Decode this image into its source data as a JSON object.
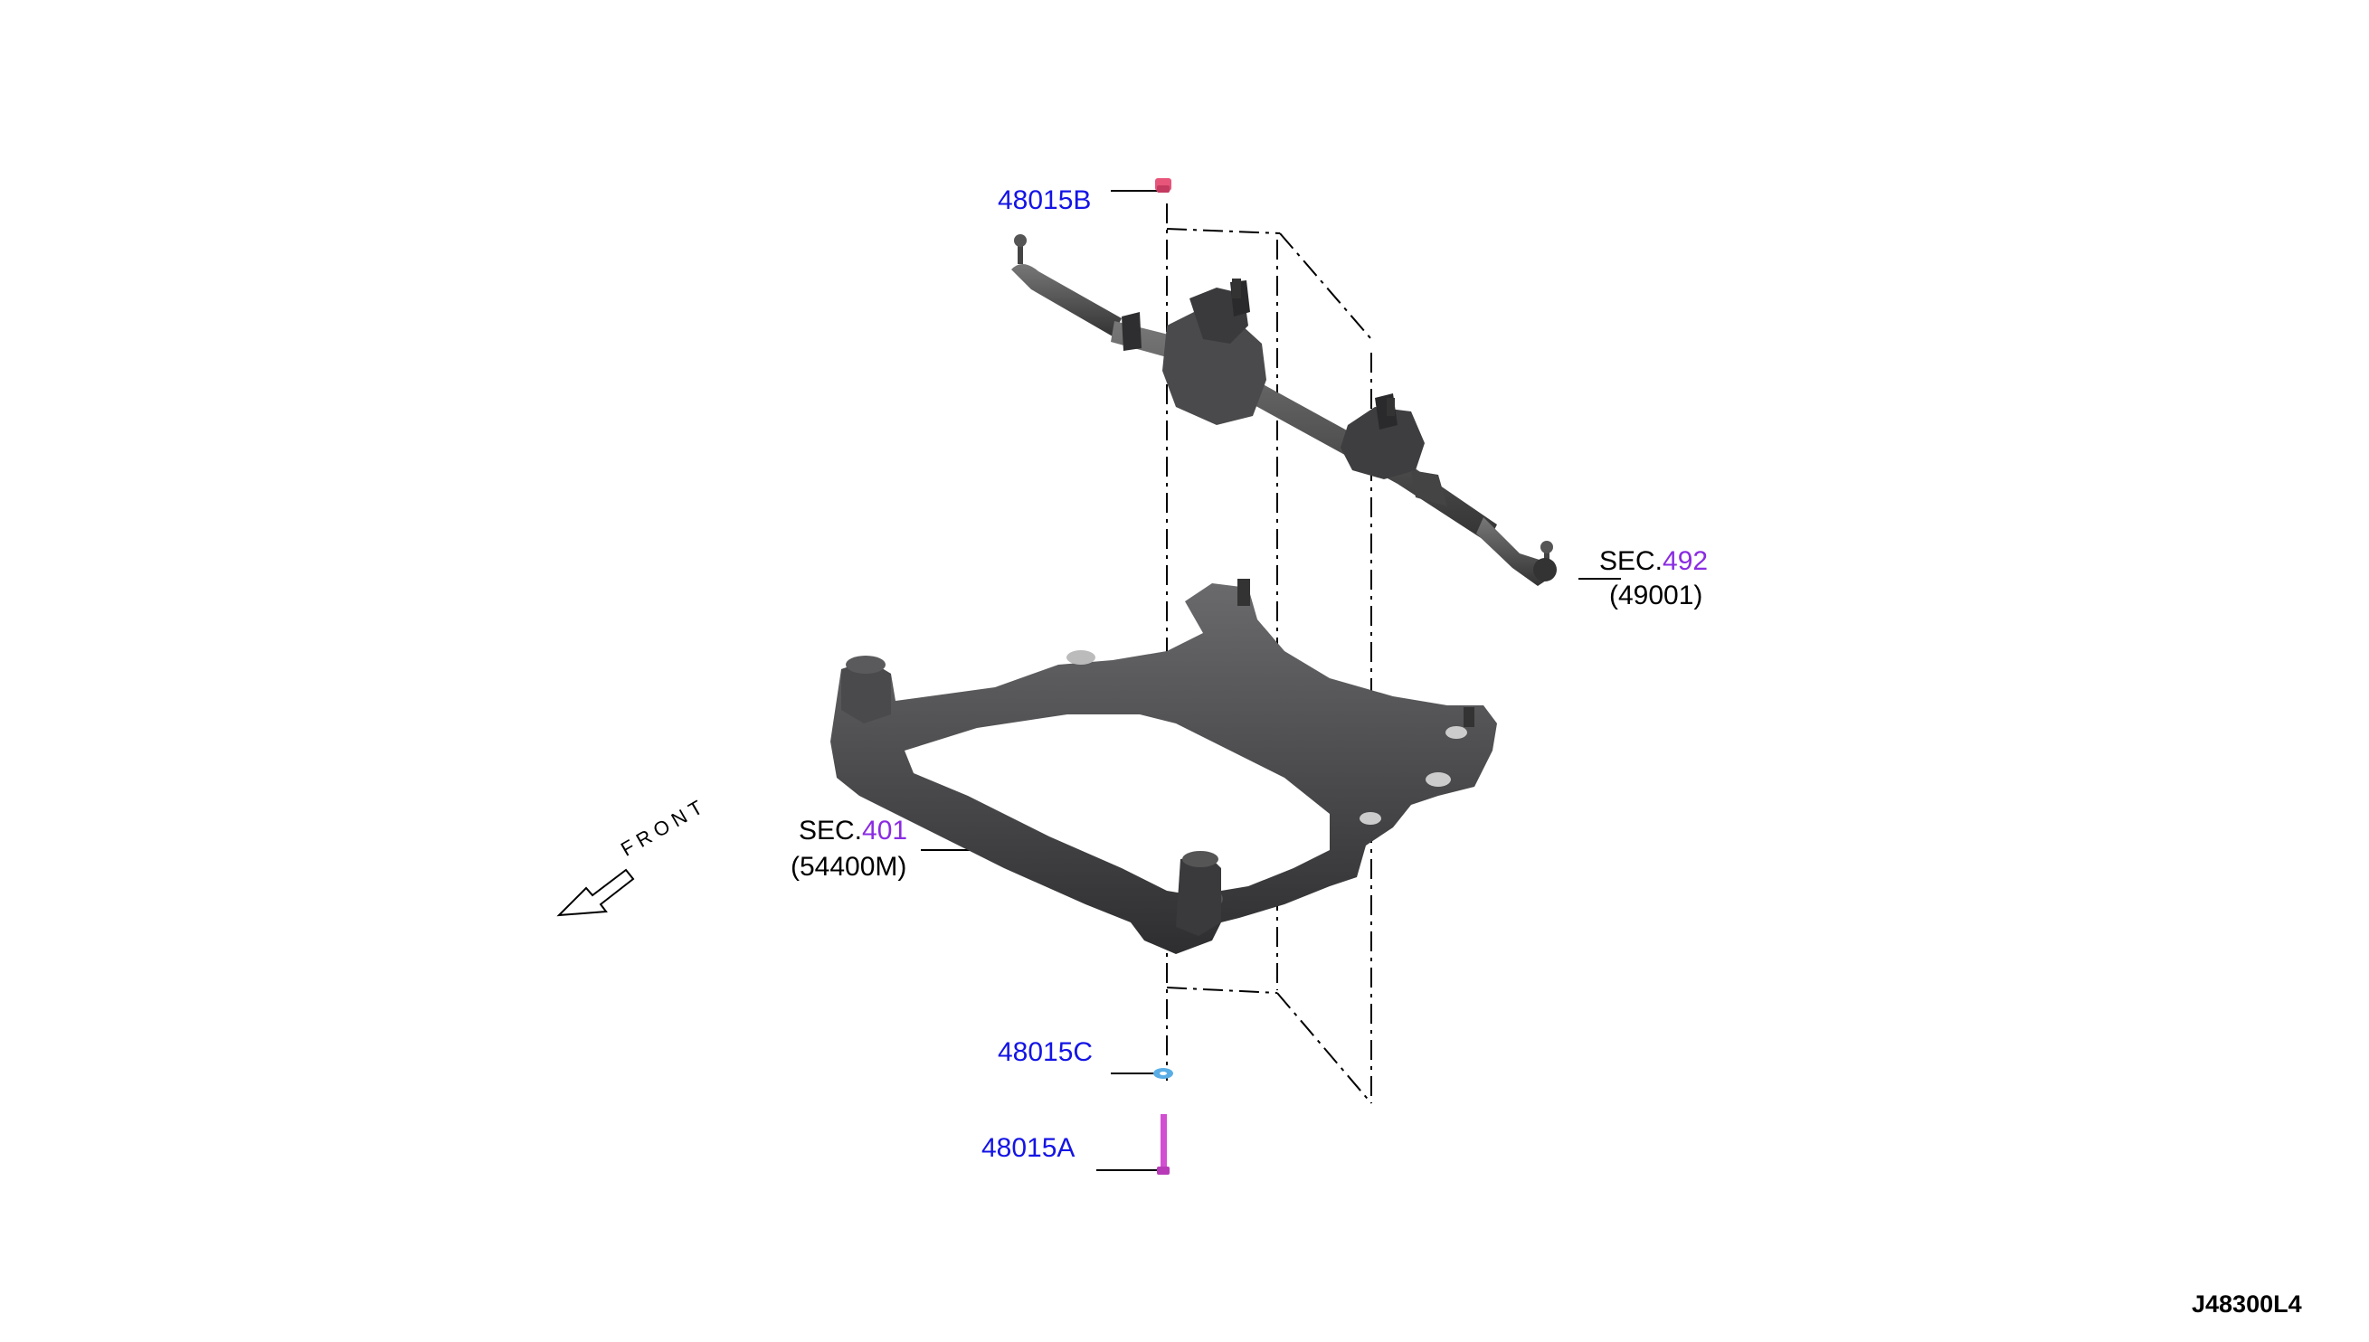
{
  "labels": {
    "part_b": "48015B",
    "part_c": "48015C",
    "part_a": "48015A",
    "sec_492_prefix": "SEC.",
    "sec_492_number": "492",
    "sec_492_sub": "(49001)",
    "sec_401_prefix": "SEC.",
    "sec_401_number": "401",
    "sec_401_sub": "(54400M)",
    "front": "FRONT",
    "diagram_code": "J48300L4"
  },
  "colors": {
    "part_link": "#1414e6",
    "section_number": "#8a2be2",
    "nut": "#e8557a",
    "washer": "#5aaee6",
    "bolt": "#d24fd2",
    "component_dark": "#3c3c3e"
  }
}
